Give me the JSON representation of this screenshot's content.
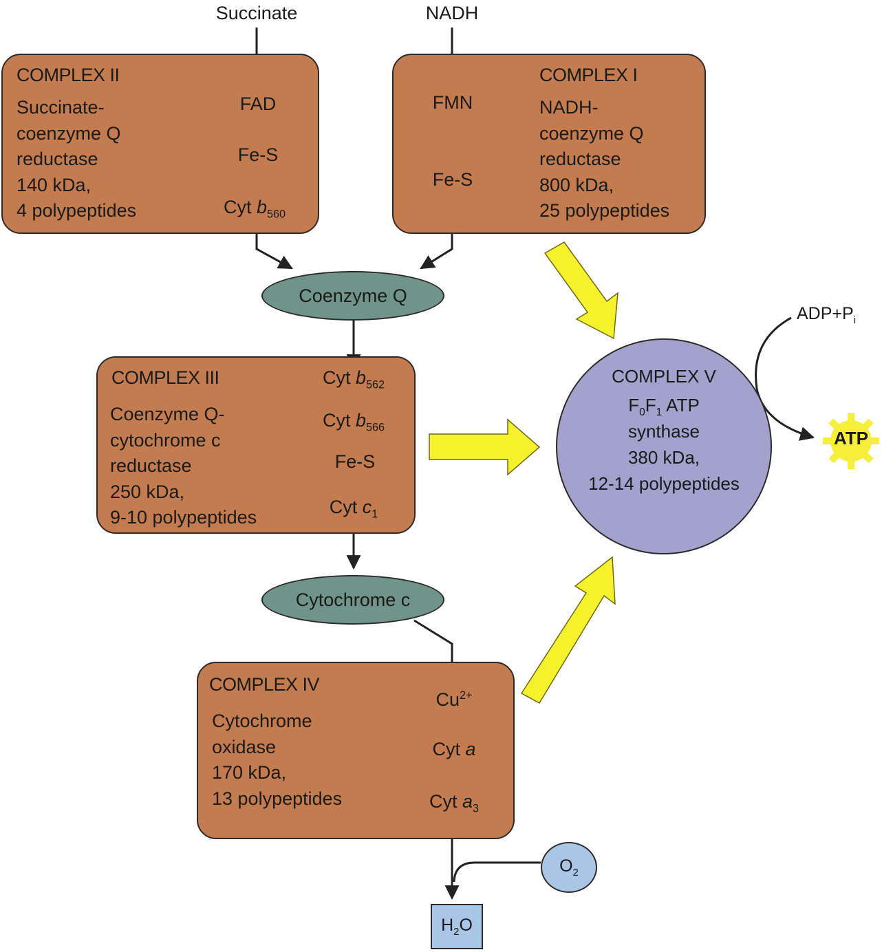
{
  "inputs": {
    "succinate": "Succinate",
    "nadh": "NADH"
  },
  "complex_ii": {
    "title": "COMPLEX II",
    "description": [
      "Succinate-",
      "coenzyme Q",
      "reductase",
      "140 kDa,",
      "4 polypeptides"
    ],
    "chain": [
      "FAD",
      "Fe-S",
      "Cyt b560"
    ]
  },
  "complex_i": {
    "title": "COMPLEX I",
    "description": [
      "NADH-",
      "coenzyme Q",
      "reductase",
      "800 kDa,",
      "25 polypeptides"
    ],
    "chain": [
      "FMN",
      "Fe-S"
    ]
  },
  "coenzyme_q": "Coenzyme Q",
  "complex_iii": {
    "title": "COMPLEX III",
    "description": [
      "Coenzyme Q-",
      "cytochrome c",
      "reductase",
      "250 kDa,",
      "9-10 polypeptides"
    ],
    "chain": [
      "Cyt b562",
      "Cyt b566",
      "Fe-S",
      "Cyt c1"
    ]
  },
  "cytochrome_c": "Cytochrome c",
  "complex_iv": {
    "title": "COMPLEX IV",
    "description": [
      "Cytochrome",
      "oxidase",
      "170 kDa,",
      "13 polypeptides"
    ],
    "chain": [
      "Cu2+",
      "Cyt a",
      "Cyt a3"
    ]
  },
  "complex_v": {
    "title": "COMPLEX V",
    "description": [
      "F0F1 ATP",
      "synthase",
      "380 kDa,",
      "12-14 polypeptides"
    ]
  },
  "adp_pi": "ADP+Pi",
  "atp": "ATP",
  "o2": "O2",
  "h2o": "H2O",
  "colors": {
    "complex_box": "#c27c4f",
    "carrier": "#6f958a",
    "complex_v": "#a3a1cd",
    "small_molecule": "#a9c6e6",
    "energy_arrow": "#f5f12a",
    "atp_burst": "#f7ee3a"
  }
}
